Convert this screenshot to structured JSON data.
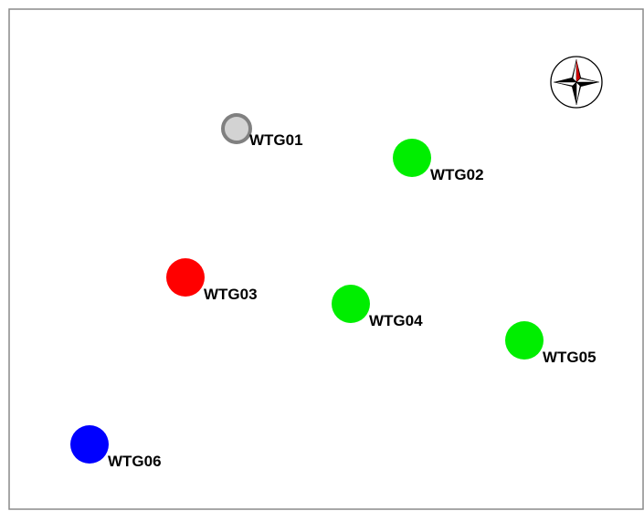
{
  "map": {
    "turbines": [
      {
        "id": "WTG01",
        "status_color": "#d3d3d3",
        "outline_color": "#808080",
        "marker": "ring"
      },
      {
        "id": "WTG02",
        "status_color": "#00ee00",
        "marker": "dot"
      },
      {
        "id": "WTG03",
        "status_color": "#ff0000",
        "marker": "dot"
      },
      {
        "id": "WTG04",
        "status_color": "#00ee00",
        "marker": "dot"
      },
      {
        "id": "WTG05",
        "status_color": "#00ee00",
        "marker": "dot"
      },
      {
        "id": "WTG06",
        "status_color": "#0000ff",
        "marker": "dot"
      }
    ],
    "compass": {
      "icon": "compass-rose-icon",
      "north_color": "#cc0000"
    }
  }
}
